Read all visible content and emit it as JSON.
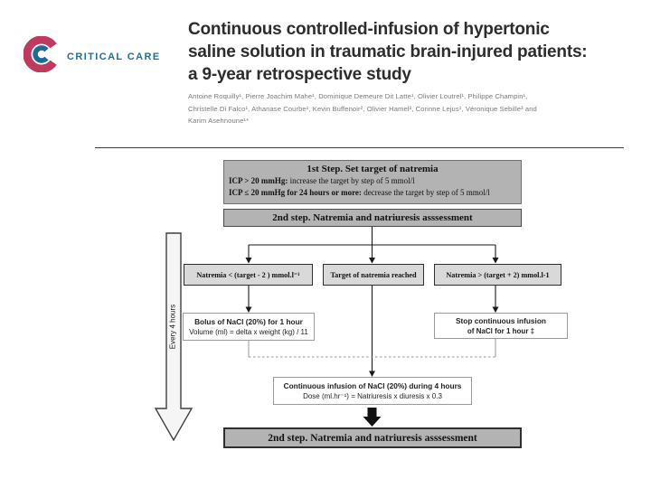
{
  "journal": {
    "name": "CRITICAL CARE",
    "brand_crimson": "#bf3a5f",
    "brand_teal": "#1d6a96",
    "text_teal": "#1b7293"
  },
  "article": {
    "title_lines": [
      "Continuous controlled-infusion of hypertonic",
      "saline solution in traumatic brain-injured patients:",
      "a 9-year retrospective study"
    ],
    "authors_lines": [
      "Antoine Roquilly¹, Pierre Joachim Mahe¹, Dominique Demeure Dit Latte¹, Olivier Loutrel¹, Philippe Champin¹,",
      "Christelle Di Falco¹, Athanase Courbe¹, Kevin Buffenoir², Olivier Hamel², Corinne Lejus¹, Véronique Sebille³ and",
      "Karim Asehnoune¹*"
    ]
  },
  "flowchart": {
    "step1": {
      "title": "1st Step.  Set target of natremia",
      "rule1_lead": "ICP > 20 mmHg:",
      "rule1_rest": " increase the target by step of 5 mmol/l",
      "rule2_lead": "ICP ≤  20 mmHg for 24 hours or more:",
      "rule2_rest": " decrease the target by step of 5 mmol/l"
    },
    "step2_top": "2nd step. Natremia and natriuresis asssessment",
    "branch_low": "Natremia < (target - 2 ) mmol.l⁻¹",
    "branch_target": "Target of natremia reached",
    "branch_high": "Natremia > (target + 2) mmol.l-1",
    "bolus": {
      "line1": "Bolus of NaCl (20%) for 1 hour",
      "line2": "Volume (ml) = delta x weight (kg) / 11"
    },
    "stop": {
      "line1": "Stop continuous infusion",
      "line2": "of NaCl for 1 hour ‡"
    },
    "infusion": {
      "line1": "Continuous infusion of NaCl (20%) during 4 hours",
      "line2": "Dose (ml.hr⁻¹) = Natriuresis x diuresis x 0.3"
    },
    "step2_bottom": "2nd step. Natremia and natriuresis asssessment",
    "loop_label": "Every 4 hours",
    "colors": {
      "step_box_fill": "#b3b3b3",
      "condition_box_fill": "#d9d9d9",
      "action_box_fill": "#ffffff",
      "line": "#1a1a1a"
    }
  }
}
